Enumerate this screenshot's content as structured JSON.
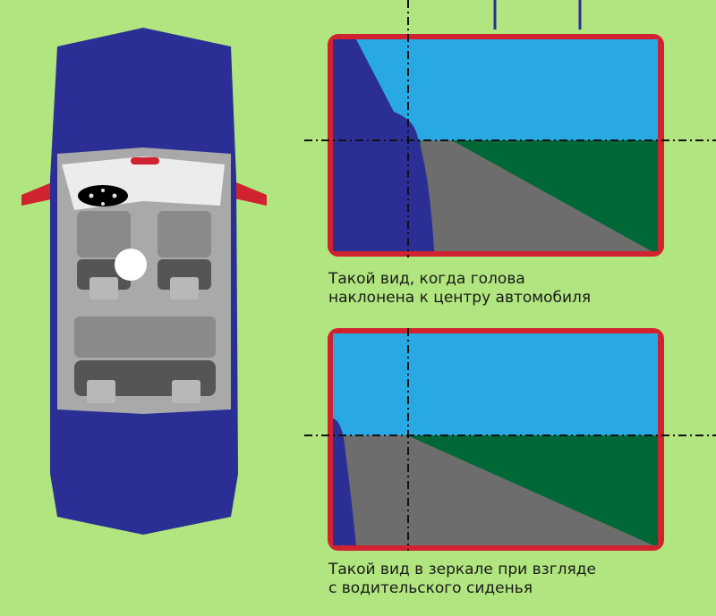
{
  "colors": {
    "background": "#b1e57f",
    "car_body": "#2b2f95",
    "interior": "#a9a9a9",
    "mirror_frame": "#d0232f",
    "sky": "#29a9e3",
    "grass": "#006837",
    "road": "#6d6d6d"
  },
  "captions": {
    "view_head_tilted_line1": "Такой вид, когда голова",
    "view_head_tilted_line2": "наклонена к центру автомобиля",
    "view_driver_seat_line1": "Такой вид в зеркале при взгляде",
    "view_driver_seat_line2": "с водительского сиденья"
  }
}
